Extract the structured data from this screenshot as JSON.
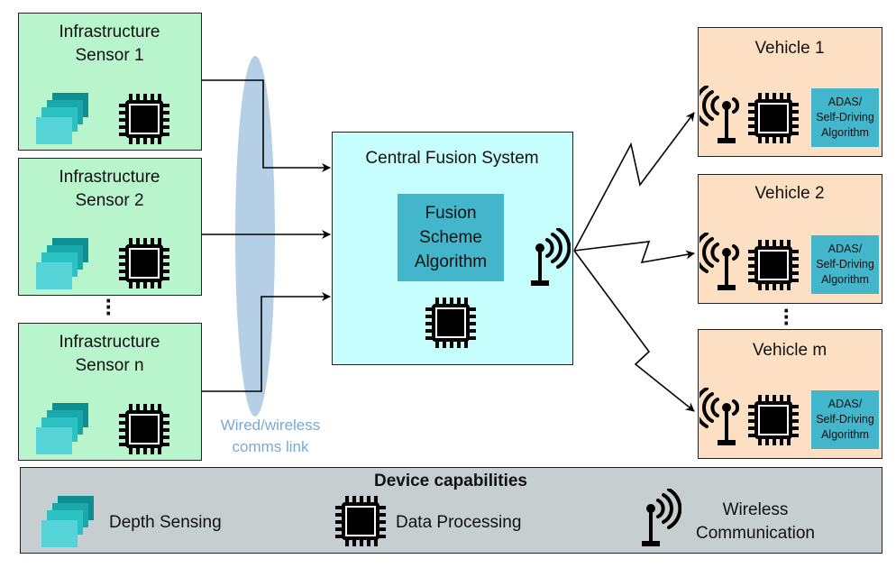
{
  "sensors": [
    {
      "label": "Infrastructure\nSensor 1"
    },
    {
      "label": "Infrastructure\nSensor 2"
    },
    {
      "label": "Infrastructure\nSensor n"
    }
  ],
  "central": {
    "title": "Central Fusion System",
    "algorithm": "Fusion\nScheme\nAlgorithm"
  },
  "link_label": "Wired/wireless\ncomms link",
  "vehicles": [
    {
      "label": "Vehicle 1",
      "algorithm": "ADAS/\nSelf-Driving\nAlgorithm"
    },
    {
      "label": "Vehicle 2",
      "algorithm": "ADAS/\nSelf-Driving\nAlgorithm"
    },
    {
      "label": "Vehicle m",
      "algorithm": "ADAS/\nSelf-Driving\nAlgorithm"
    }
  ],
  "legend": {
    "title": "Device capabilities",
    "items": [
      {
        "icon": "depth-sensing-icon",
        "label": "Depth Sensing"
      },
      {
        "icon": "data-processing-icon",
        "label": "Data Processing"
      },
      {
        "icon": "wireless-communication-icon",
        "label": "Wireless\nCommunication"
      }
    ]
  },
  "colors": {
    "sensor_fill": "#b8f5cc",
    "vehicle_fill": "#fde0c4",
    "central_fill": "#c6fdfd",
    "algorithm_fill": "#44b6cc",
    "legend_fill": "#c6ced0",
    "link_ellipse": "#b4cfe6"
  }
}
